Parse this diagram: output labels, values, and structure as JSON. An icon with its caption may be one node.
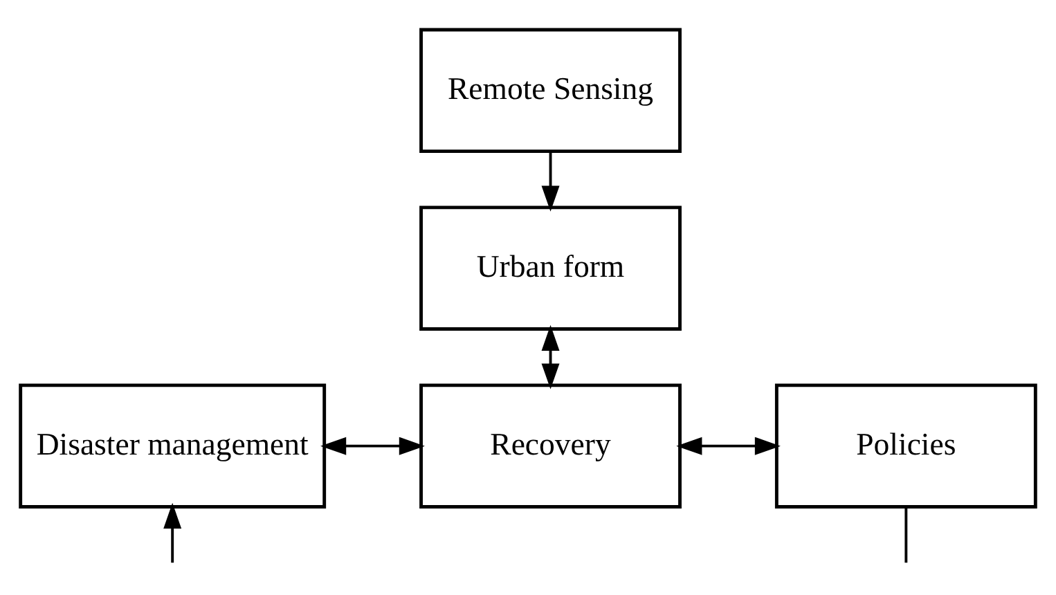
{
  "diagram": {
    "nodes": [
      {
        "text": [
          "Remote Sensing"
        ]
      },
      {
        "text": [
          "Urban form"
        ]
      },
      {
        "text": [
          "Disaster management"
        ]
      },
      {
        "text": [
          "Recovery"
        ]
      },
      {
        "text": [
          "Policies"
        ]
      }
    ],
    "edges": [
      {
        "from": 0,
        "to": 1,
        "arrow": "to"
      },
      {
        "from": 1,
        "to": 3,
        "arrow": "both"
      },
      {
        "from": 2,
        "to": 3,
        "arrow": "both"
      },
      {
        "from": 3,
        "to": 4,
        "arrow": "both"
      },
      {
        "from": 4,
        "to": null,
        "arrow": "none"
      },
      {
        "from": null,
        "to": 2,
        "arrow": "to"
      }
    ]
  }
}
